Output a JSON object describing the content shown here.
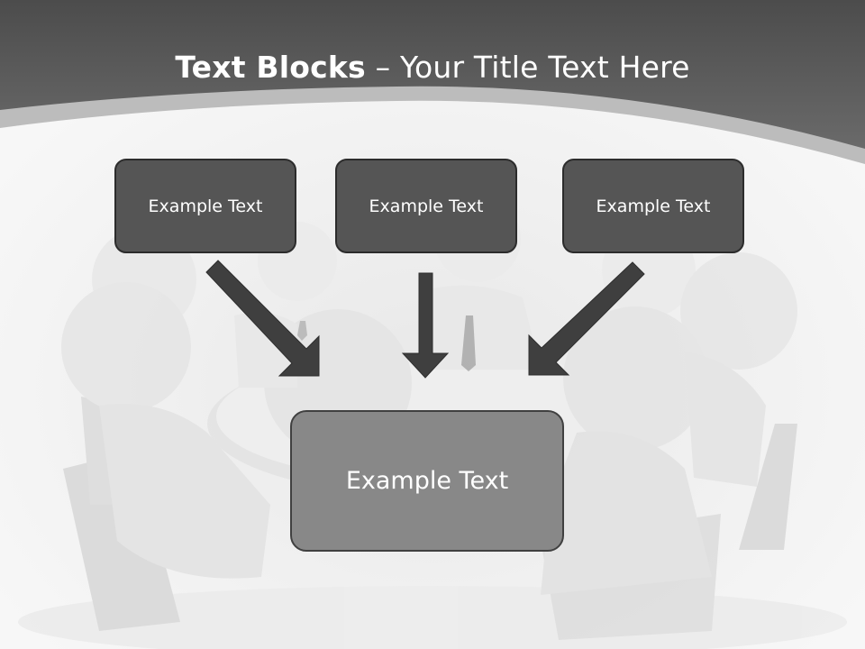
{
  "title": {
    "bold": "Text Blocks",
    "rest": " – Your Title Text Here"
  },
  "boxes": {
    "top_left": "Example Text",
    "top_center": "Example Text",
    "top_right": "Example Text",
    "main": "Example Text"
  },
  "colors": {
    "header_dark": "#555555",
    "header_band": "#bdbdbd",
    "box_dark": "#555555",
    "box_main": "#888888",
    "arrow": "#3f3f3f"
  }
}
